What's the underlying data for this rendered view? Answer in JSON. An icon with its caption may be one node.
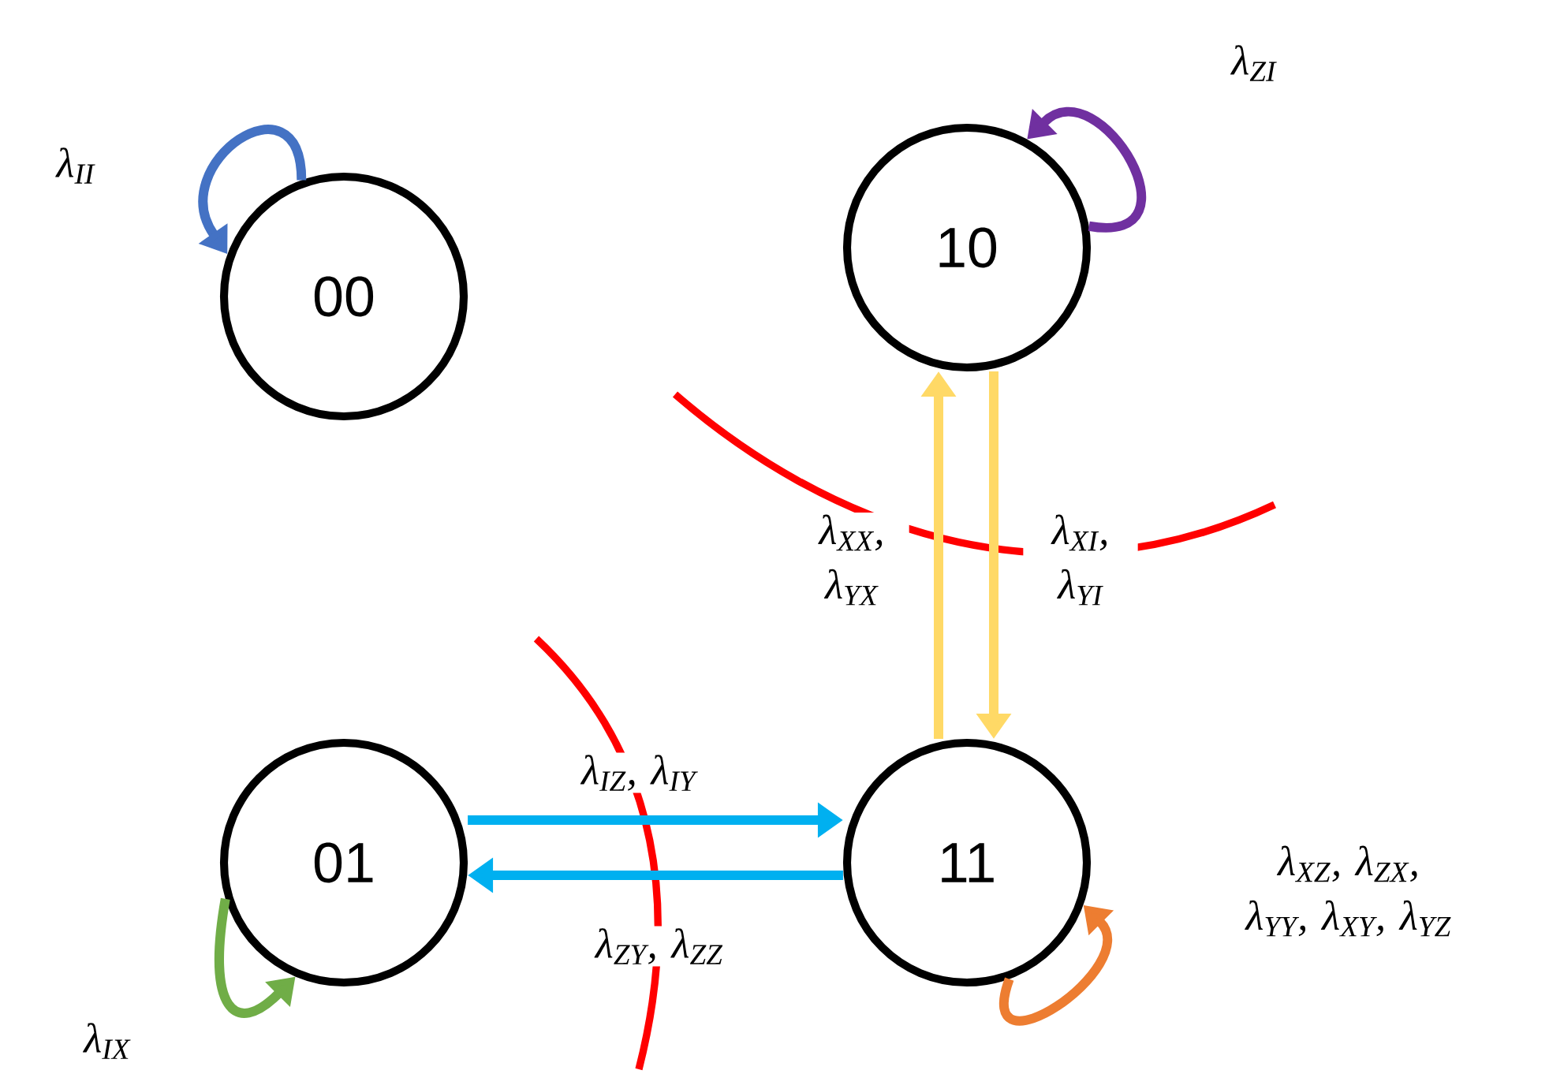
{
  "diagram": {
    "nodes": [
      {
        "text": [
          "00"
        ]
      },
      {
        "text": [
          "10"
        ]
      },
      {
        "text": [
          "01"
        ]
      },
      {
        "text": [
          "11"
        ]
      }
    ],
    "edges": [
      {
        "from": 0,
        "to": 0,
        "arrow": "to",
        "label": "λ$_{II}$",
        "color": "#4472c4"
      },
      {
        "from": 1,
        "to": 1,
        "arrow": "to",
        "label": "λ$_{ZI}$",
        "color": "#7030a0"
      },
      {
        "from": 2,
        "to": 2,
        "arrow": "to",
        "label": "λ$_{IX}$",
        "color": "#70ad47"
      },
      {
        "from": 3,
        "to": 3,
        "arrow": "to",
        "label": "λ$_{XZ}$, λ$_{ZX}$, λ$_{YY}$, λ$_{XY}$, λ$_{YZ}$",
        "color": "#ed7d31"
      },
      {
        "from": 2,
        "to": 3,
        "arrow": "to",
        "label": "λ$_{IZ}$, λ$_{IY}$",
        "color": "#00b0f0"
      },
      {
        "from": 3,
        "to": 2,
        "arrow": "to",
        "label": "λ$_{ZY}$, λ$_{ZZ}$",
        "color": "#00b0f0"
      },
      {
        "from": 3,
        "to": 1,
        "arrow": "to",
        "label": "λ$_{XX}$, λ$_{YX}$",
        "color": "#ffd966"
      },
      {
        "from": 1,
        "to": 3,
        "arrow": "to",
        "label": "λ$_{XI}$, λ$_{YI}$",
        "color": "#ffd966"
      }
    ]
  }
}
